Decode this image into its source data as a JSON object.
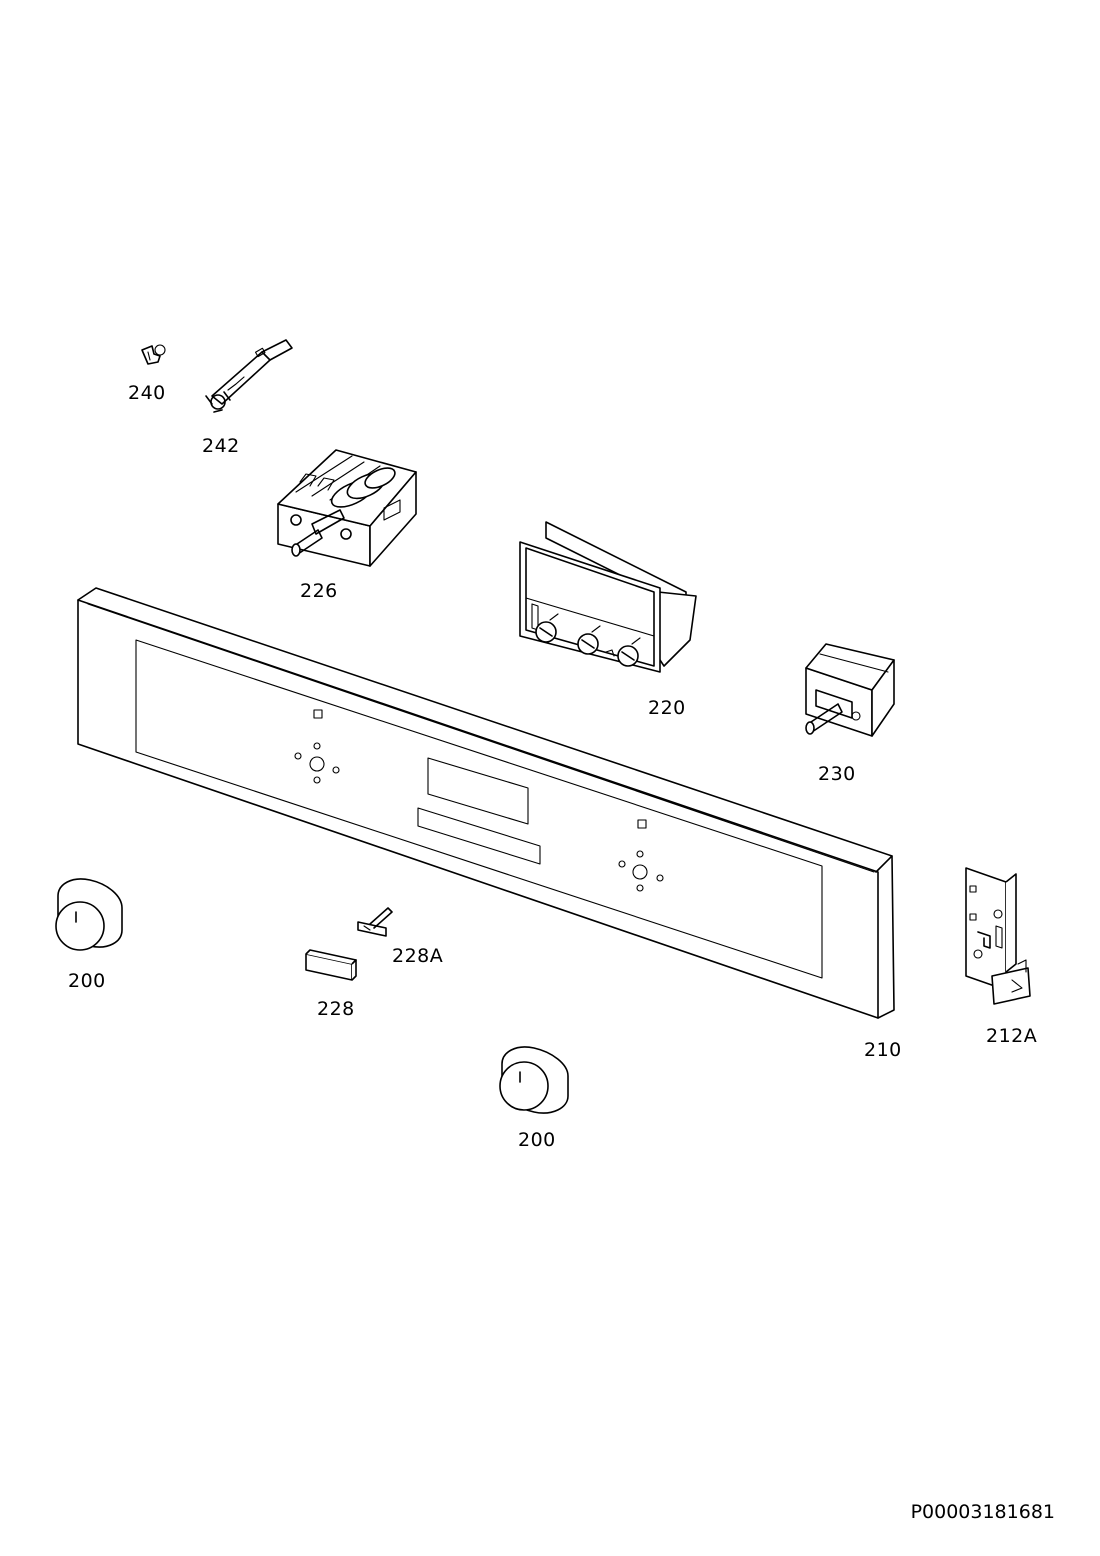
{
  "labels": {
    "p240": "240",
    "p242": "242",
    "p226": "226",
    "p220": "220",
    "p230": "230",
    "p210": "210",
    "p212a": "212A",
    "p200_left": "200",
    "p200_bottom": "200",
    "p228a": "228A",
    "p228": "228"
  },
  "doc_id": "P00003181681"
}
